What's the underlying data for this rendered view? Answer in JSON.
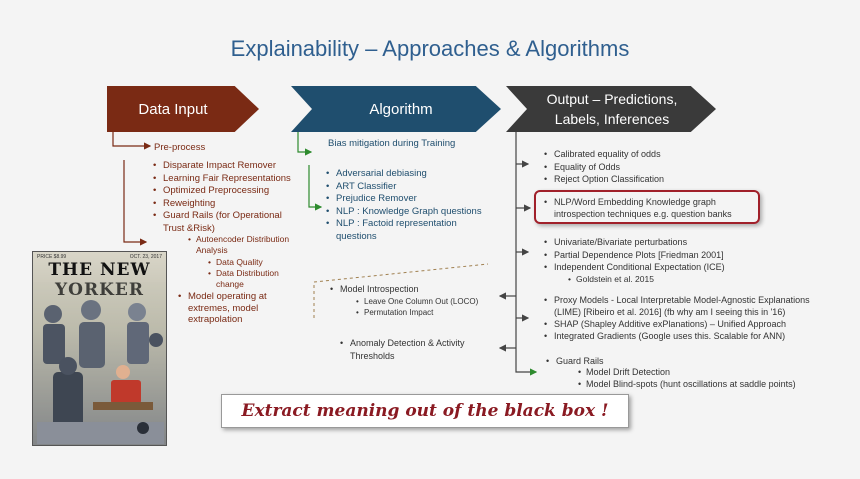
{
  "title": "Explainability – Approaches & Algorithms",
  "stages": {
    "input": "Data Input",
    "algorithm": "Algorithm",
    "output": "Output – Predictions, Labels, Inferences"
  },
  "input": {
    "preprocess": "Pre-process",
    "items": [
      "Disparate Impact Remover",
      "Learning Fair Representations",
      "Optimized Preprocessing",
      "Reweighting",
      "Guard Rails (for Operational Trust &Risk)"
    ],
    "sub_autoencoder": "Autoencoder Distribution Analysis",
    "sub_items": [
      "Data Quality",
      "Data Distribution change"
    ],
    "model_operating": "Model operating at extremes, model extrapolation"
  },
  "algorithm": {
    "bias": "Bias mitigation during Training",
    "items": [
      "Adversarial debiasing",
      "ART Classifier",
      "Prejudice Remover",
      "NLP : Knowledge Graph questions",
      "NLP : Factoid representation questions"
    ],
    "model_introspection": "Model Introspection",
    "mi_items": [
      "Leave One Column Out (LOCO)",
      "Permutation Impact"
    ],
    "anomaly": "Anomaly Detection & Activity Thresholds"
  },
  "output": {
    "group1": [
      "Calibrated equality of odds",
      "Equality of Odds",
      "Reject Option Classification"
    ],
    "highlight": "NLP/Word Embedding Knowledge graph introspection techniques e.g. question banks",
    "group2": [
      "Univariate/Bivariate perturbations",
      "Partial Dependence Plots [Friedman 2001]",
      "Independent Conditional Expectation (ICE)"
    ],
    "goldstein": "Goldstein et al. 2015",
    "group3": [
      "Proxy Models - Local Interpretable Model-Agnostic Explanations (LIME) [Ribeiro et al. 2016] (fb why am I seeing this in '16)",
      "SHAP (Shapley Additive exPlanations) – Unified Approach",
      "Integrated Gradients (Google uses this. Scalable for ANN)"
    ],
    "guard_rails": "Guard Rails",
    "guard_items": [
      "Model Drift Detection",
      "Model Blind-spots (hunt oscillations at saddle points)"
    ]
  },
  "callout": "Extract meaning out of the black box !",
  "cover": {
    "masthead": "THE NEW YORKER",
    "price": "PRICE $8.99",
    "date": "OCT. 23, 2017"
  },
  "colors": {
    "input": "#7a2a14",
    "algorithm": "#1f4e6e",
    "output": "#3a3a3a",
    "title": "#2f5f8f",
    "highlight": "#a0202a"
  }
}
